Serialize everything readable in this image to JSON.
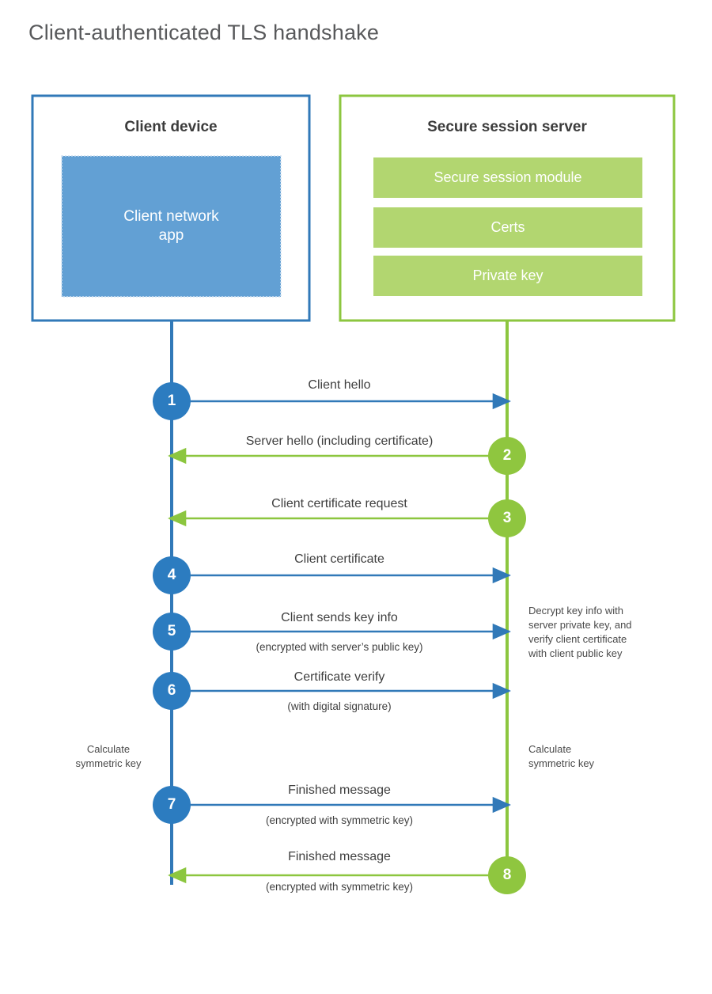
{
  "title": "Client-authenticated TLS handshake",
  "colors": {
    "blue_stroke": "#3179b8",
    "blue_fill": "#62a0d4",
    "blue_circle": "#2c7cc0",
    "green_stroke": "#8cc63f",
    "green_fill": "#b2d670",
    "green_circle": "#8fc63f",
    "text": "#3f3f3f",
    "title_text": "#58595b",
    "background": "#ffffff"
  },
  "client": {
    "title": "Client device",
    "app_label": "Client network app",
    "app_label_line1": "Client network",
    "app_label_line2": "app"
  },
  "server": {
    "title": "Secure session server",
    "items": [
      {
        "label": "Secure session module"
      },
      {
        "label": "Certs"
      },
      {
        "label": "Private key"
      }
    ]
  },
  "notes": {
    "client_calculate": "Calculate symmetric key",
    "client_calculate_line1": "Calculate",
    "client_calculate_line2": "symmetric key",
    "server_calculate": "Calculate symmetric key",
    "server_calculate_line1": "Calculate",
    "server_calculate_line2": "symmetric key",
    "server_decrypt": "Decrypt key info with server private key, and verify client certificate with client public key",
    "server_decrypt_line1": "Decrypt key info with",
    "server_decrypt_line2": "server private key, and",
    "server_decrypt_line3": "verify client certificate",
    "server_decrypt_line4": "with client public key"
  },
  "steps": [
    {
      "number": "1",
      "label": "Client hello",
      "sublabel": "",
      "direction": "client-to-server",
      "color": "blue"
    },
    {
      "number": "2",
      "label": "Server hello (including certificate)",
      "sublabel": "",
      "direction": "server-to-client",
      "color": "green"
    },
    {
      "number": "3",
      "label": "Client certificate request",
      "sublabel": "",
      "direction": "server-to-client",
      "color": "green"
    },
    {
      "number": "4",
      "label": "Client certificate",
      "sublabel": "",
      "direction": "client-to-server",
      "color": "blue"
    },
    {
      "number": "5",
      "label": "Client sends key info",
      "sublabel": "(encrypted with server’s public key)",
      "direction": "client-to-server",
      "color": "blue"
    },
    {
      "number": "6",
      "label": "Certificate verify",
      "sublabel": "(with digital signature)",
      "direction": "client-to-server",
      "color": "blue"
    },
    {
      "number": "7",
      "label": "Finished message",
      "sublabel": "(encrypted with symmetric key)",
      "direction": "client-to-server",
      "color": "blue"
    },
    {
      "number": "8",
      "label": "Finished message",
      "sublabel": "(encrypted with symmetric key)",
      "direction": "server-to-client",
      "color": "green"
    }
  ]
}
